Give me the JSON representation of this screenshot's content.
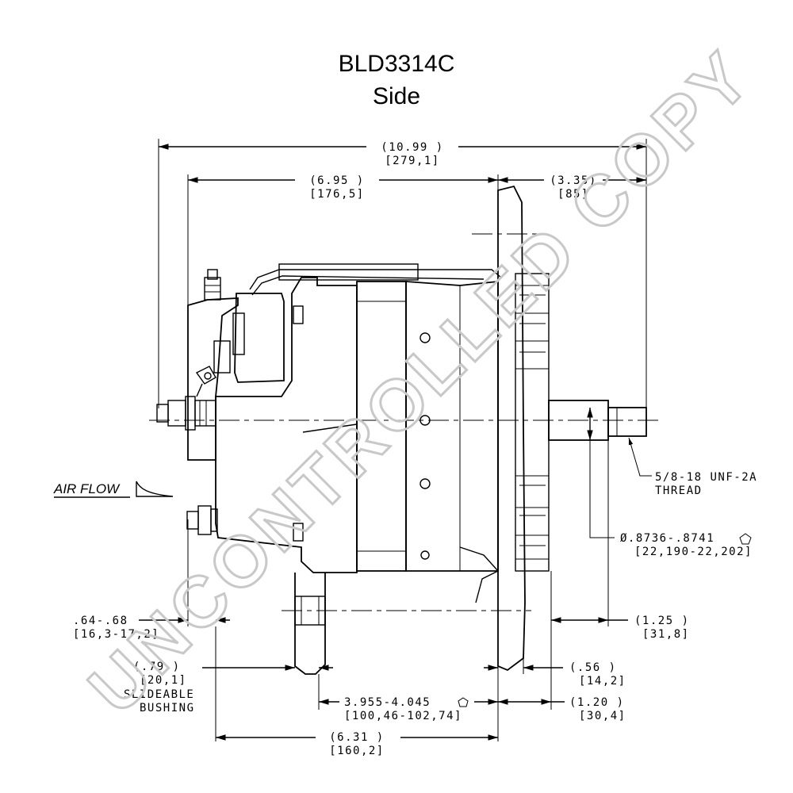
{
  "title": {
    "model": "BLD3314C",
    "view": "Side"
  },
  "watermark": "UNCONTROLLED COPY",
  "airflow_label": "AIR FLOW",
  "dimensions": {
    "overall_length": {
      "in": "(10.99   )",
      "mm": "[279,1]"
    },
    "housing_length": {
      "in": "(6.95   )",
      "mm": "[176,5]"
    },
    "shaft_extension": {
      "in": "(3.35)",
      "mm": "[85]"
    },
    "bushing_offset": {
      "in": ".64-.68",
      "mm": "[16,3-17,2]"
    },
    "bushing_width": {
      "in": "(.79   )",
      "mm": "[20,1]",
      "note_1": "SLIDEABLE",
      "note_2": "BUSHING"
    },
    "mount_span": {
      "in": "3.955-4.045",
      "mm": "[100,46-102,74]"
    },
    "mount_to_flange": {
      "in": "(6.31   )",
      "mm": "[160,2]"
    },
    "shaft_step": {
      "in": "(1.25   )",
      "mm": "[31,8]"
    },
    "pulley_offset": {
      "in": "(.56   )",
      "mm": "[14,2]"
    },
    "flange_to_pulley": {
      "in": "(1.20   )",
      "mm": "[30,4]"
    },
    "shaft_diameter": {
      "in": "Ø.8736-.8741",
      "mm": "[22,190-22,202]"
    },
    "thread": {
      "spec": "5/8-18 UNF-2A",
      "label": "THREAD"
    }
  }
}
